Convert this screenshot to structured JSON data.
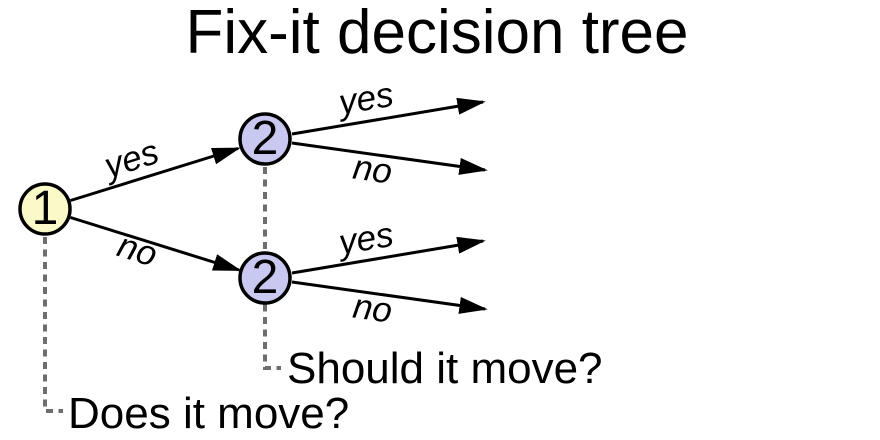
{
  "title": "Fix-it decision tree",
  "nodes": {
    "n1": {
      "label": "1",
      "color": "#fafac8"
    },
    "n2a": {
      "label": "2",
      "color": "#c8c8f0"
    },
    "n2b": {
      "label": "2",
      "color": "#c8c8f0"
    }
  },
  "edges": {
    "n1_yes": {
      "label": "yes"
    },
    "n1_no": {
      "label": "no"
    },
    "n2a_yes": {
      "label": "yes"
    },
    "n2a_no": {
      "label": "no"
    },
    "n2b_yes": {
      "label": "yes"
    },
    "n2b_no": {
      "label": "no"
    }
  },
  "questions": {
    "node1": "Does it move?",
    "node2": "Should it move?"
  },
  "colors": {
    "line": "#000000",
    "dashed_connector": "#6e6e6e",
    "node1_fill": "#fafac8",
    "node2_fill": "#c8c8f0",
    "background": "#ffffff"
  }
}
